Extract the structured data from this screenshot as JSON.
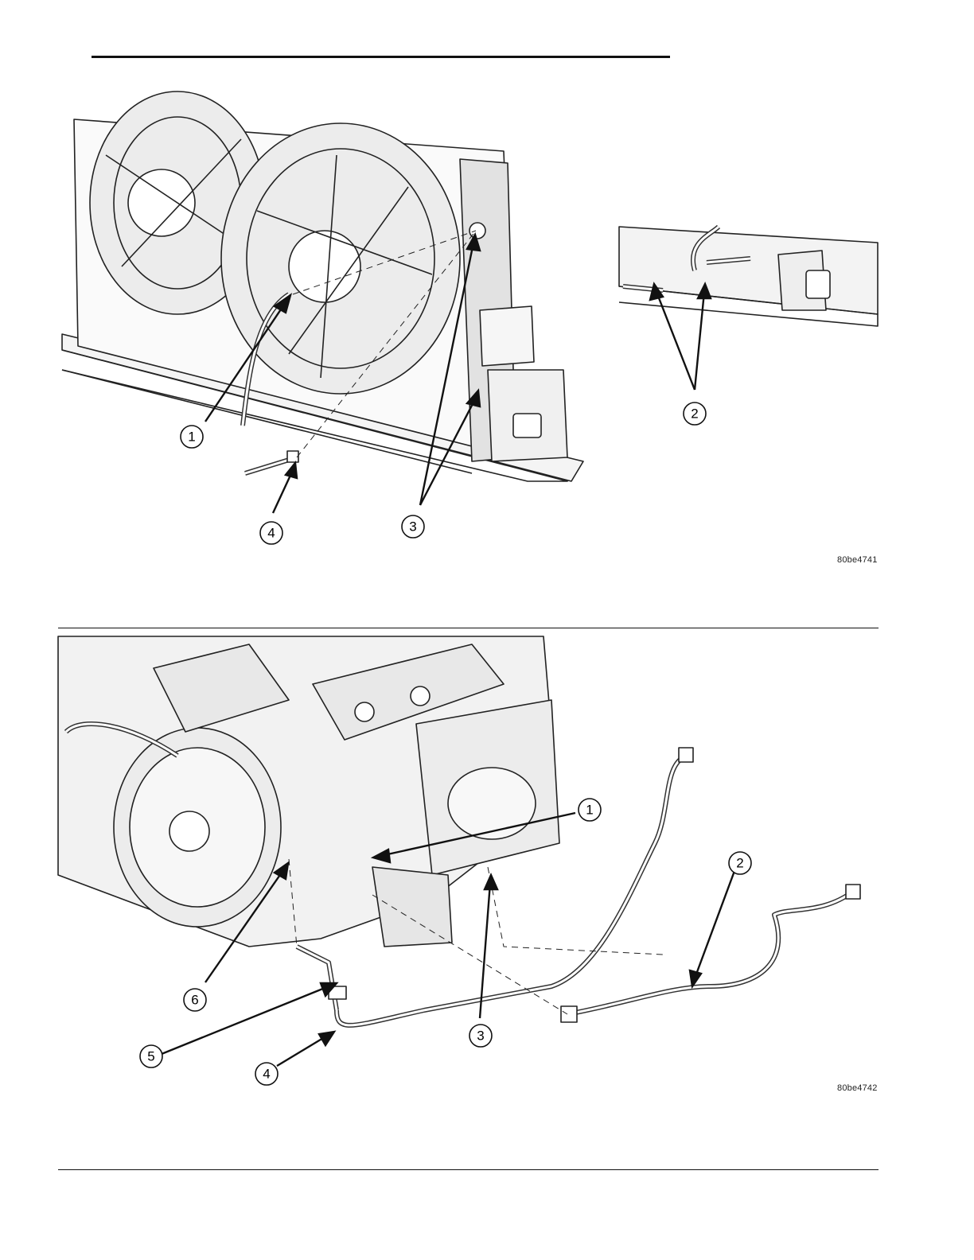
{
  "figures": [
    {
      "id": "80be4741",
      "callouts": [
        "1",
        "2",
        "3",
        "4"
      ]
    },
    {
      "id": "80be4742",
      "callouts": [
        "1",
        "2",
        "3",
        "4",
        "5",
        "6"
      ]
    }
  ]
}
